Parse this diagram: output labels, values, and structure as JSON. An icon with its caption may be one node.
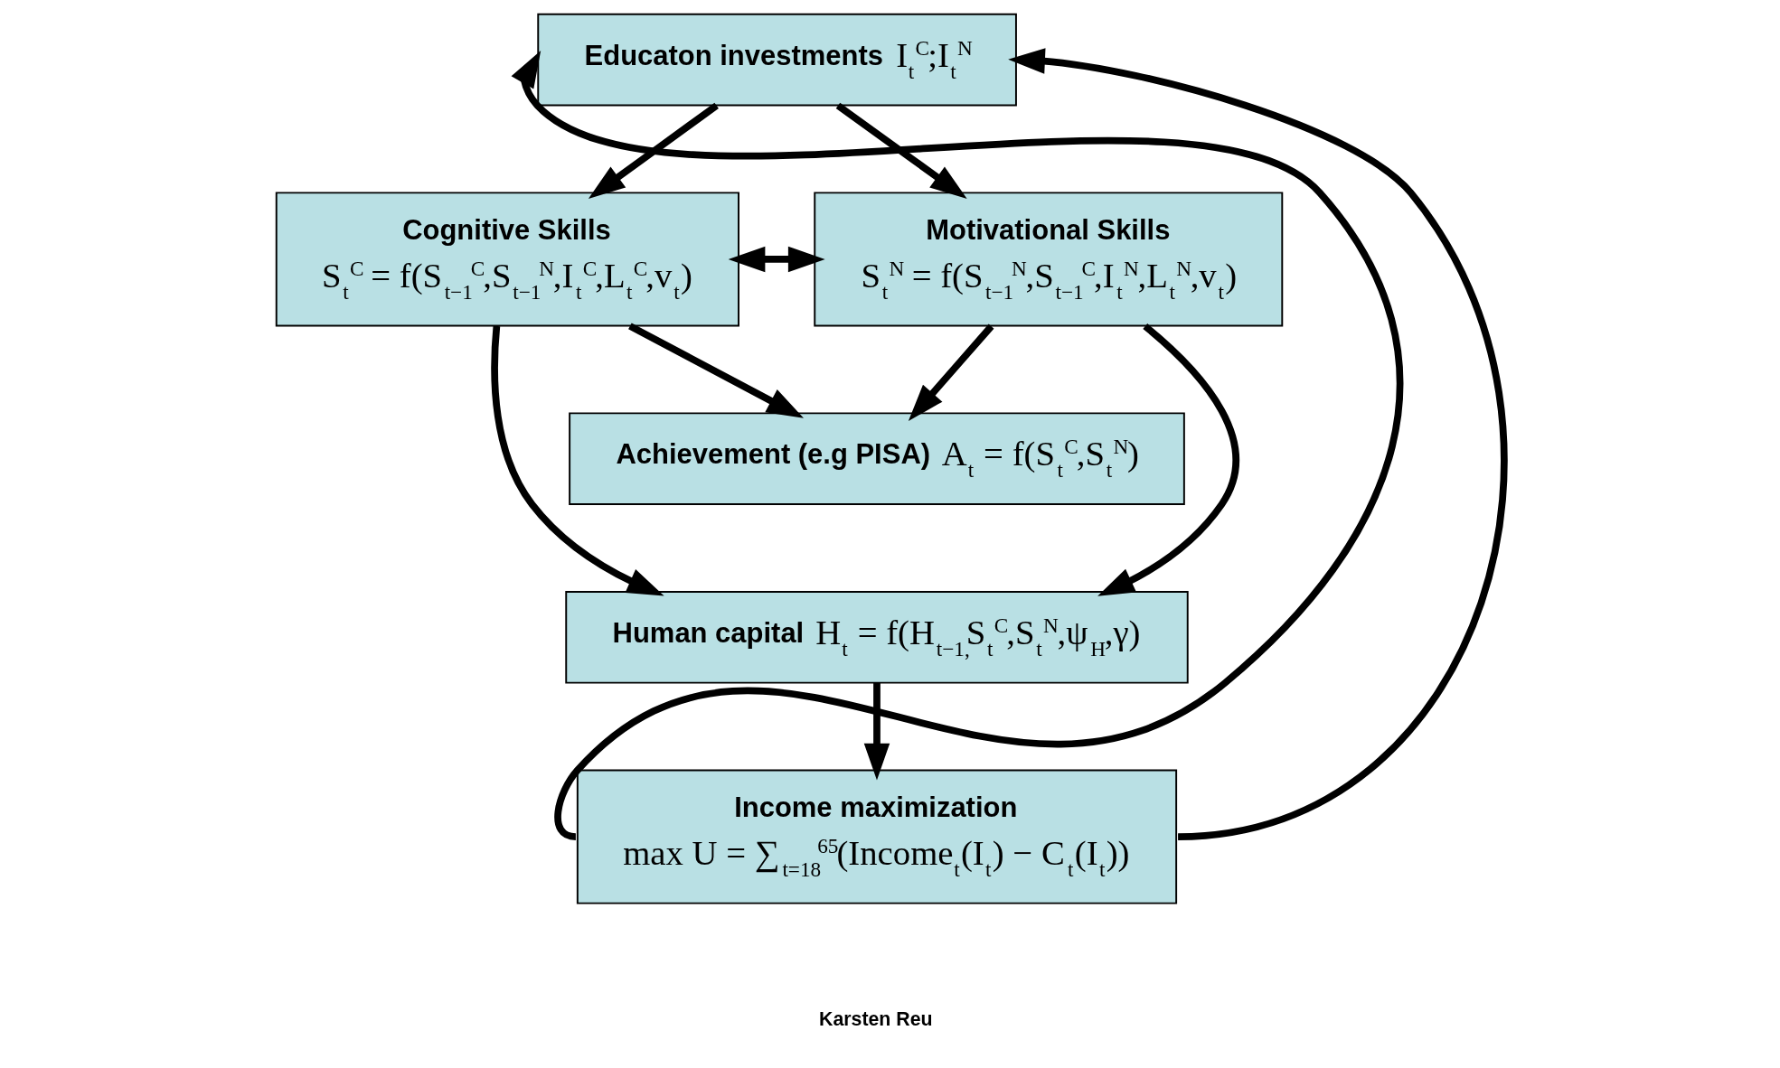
{
  "diagram": {
    "nodes": [
      {
        "text": [
          "Educaton investments",
          "I$_{t}$$^{C}$;I$_{t}$$^{N}$"
        ]
      },
      {
        "text": [
          "Cognitive Skills",
          "S$_{t}$$^{C}$ = f(S$_{t−1}$$^{C}$,S$_{t−1}$$^{N}$,I$_{t}$$^{C}$,L$_{t}$$^{C}$,v$_{t}$)"
        ]
      },
      {
        "text": [
          "Motivational Skills",
          "S$_{t}$$^{N}$ = f(S$_{t−1}$$^{N}$,S$_{t−1}$$^{C}$,I$_{t}$$^{N}$,L$_{t}$$^{N}$,v$_{t}$)"
        ]
      },
      {
        "text": [
          "Achievement (e.g PISA)",
          "A$_{t}$ = f(S$_{t}$$^{C}$,S$_{t}$$^{N}$)"
        ]
      },
      {
        "text": [
          "Human capital",
          "H$_{t}$ = f(H$_{t−1,}$S$_{t}$$^{C}$,S$_{t}$$^{N}$,ψ$_{H}$,γ)"
        ]
      },
      {
        "text": [
          "Income maximization",
          "max U = ∑$_{t=18}$$^{65}$(Income$_{t}$(I$_{t}$) − C$_{t}$(I$_{t}$))"
        ]
      }
    ],
    "edges": [
      {
        "from": 0,
        "to": 1,
        "arrow": "to"
      },
      {
        "from": 0,
        "to": 2,
        "arrow": "to"
      },
      {
        "from": 1,
        "to": 2,
        "arrow": "both"
      },
      {
        "from": 1,
        "to": 3,
        "arrow": "to"
      },
      {
        "from": 1,
        "to": 4,
        "arrow": "to"
      },
      {
        "from": 2,
        "to": 3,
        "arrow": "to"
      },
      {
        "from": 2,
        "to": 4,
        "arrow": "to"
      },
      {
        "from": 4,
        "to": 5,
        "arrow": "to"
      },
      {
        "from": 5,
        "to": 0,
        "arrow": "to"
      },
      {
        "from": 5,
        "to": 0,
        "arrow": "to"
      }
    ],
    "labels": [
      "Karsten Reu"
    ]
  }
}
